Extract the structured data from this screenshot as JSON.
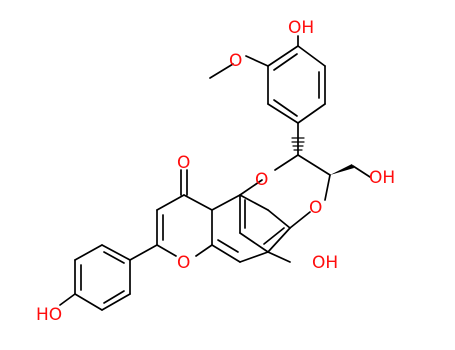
{
  "colors": {
    "bond": "#000000",
    "oxygen": "#ff0d0d",
    "background": "#ffffff"
  },
  "atoms": {
    "oh_top": "OH",
    "methoxy_o": "O",
    "ring_o_upper": "O",
    "ring_o_lower": "O",
    "hydroxymethyl_oh": "OH",
    "carbonyl_o": "O",
    "pyran_o": "O",
    "phenol_oh_right": "OH",
    "phenol_oh_left": "HO"
  }
}
